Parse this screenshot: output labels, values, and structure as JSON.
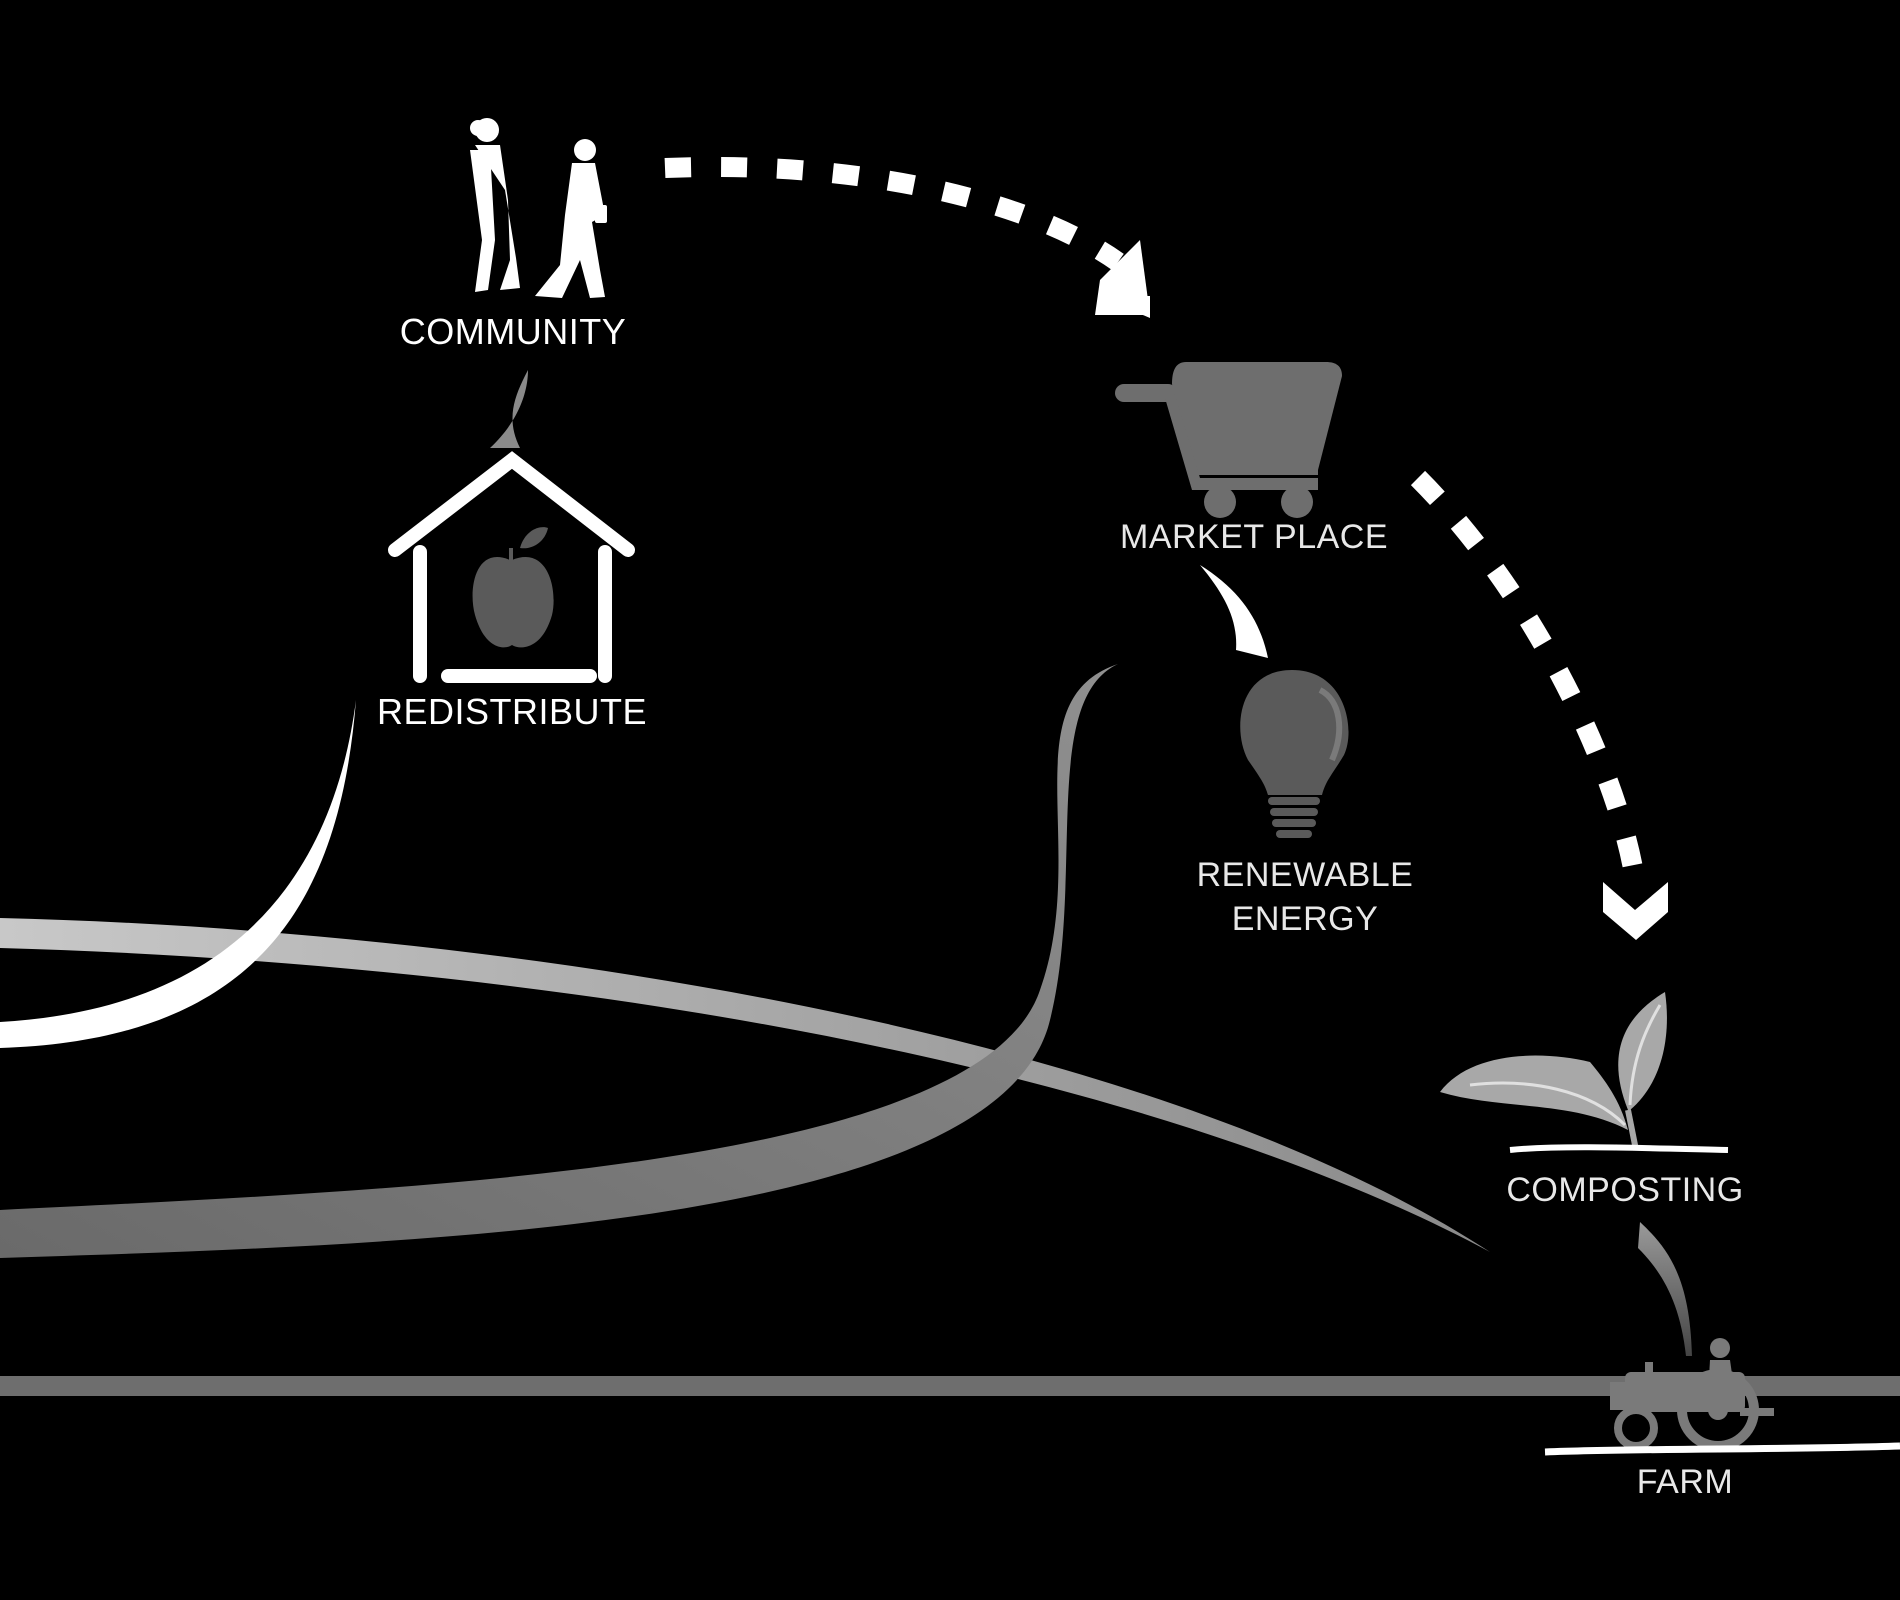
{
  "nodes": {
    "community": {
      "label": "COMMUNITY",
      "icon": "people-walking-icon"
    },
    "market": {
      "label": "MARKET PLACE",
      "icon": "shopping-cart-icon"
    },
    "energy": {
      "label_line1": "RENEWABLE",
      "label_line2": "ENERGY",
      "icon": "light-bulb-icon"
    },
    "composting": {
      "label": "COMPOSTING",
      "icon": "sprout-icon"
    },
    "farm": {
      "label": "FARM",
      "icon": "tractor-icon"
    },
    "redistribute": {
      "label": "REDISTRIBUTE",
      "icon": "house-apple-icon"
    }
  },
  "colors": {
    "background": "#000000",
    "white": "#ffffff",
    "light_gray": "#bdbdbd",
    "mid_gray": "#7a7a7a",
    "dark_gray": "#5a5a5a",
    "ground": "#6e6e6e"
  }
}
